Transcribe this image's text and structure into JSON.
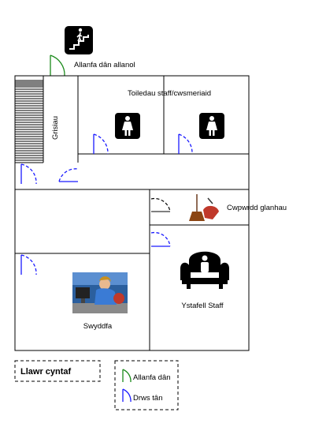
{
  "labels": {
    "emergency_exit": "Allanfa dân allanol",
    "stairs": "Grisiau",
    "toilets": "Toiledau staff/cwsmeriaid",
    "cleaning_cupboard": "Cwpwrdd glanhau",
    "office": "Swyddfa",
    "staff_room": "Ystafell Staff"
  },
  "floor_label": "Llawr cyntaf",
  "legend": {
    "exit": "Allanfa dân",
    "fire_door": "Drws tân"
  },
  "colors": {
    "fire_door": "#1a1aff",
    "fire_exit": "#1a8a1a",
    "cleaning_icon": "#c0392b"
  },
  "icons": [
    "exit-stairs-icon",
    "female-toilet-icon",
    "female-toilet-icon",
    "cleaning-brush-icon",
    "office-worker-image",
    "armchair-icon"
  ]
}
